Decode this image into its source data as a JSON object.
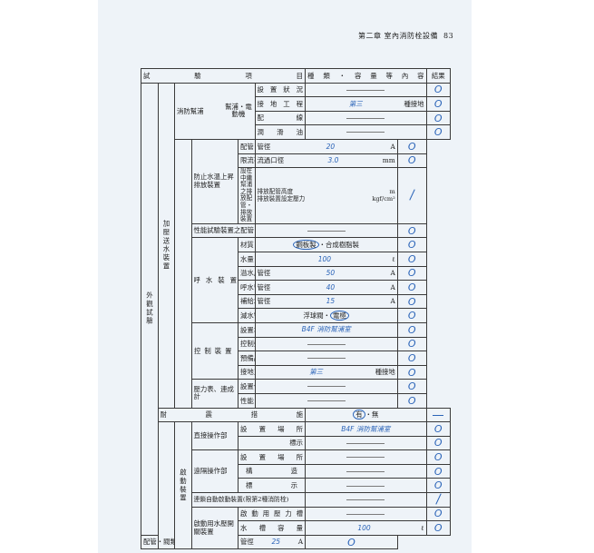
{
  "header": {
    "chapter": "第二章 室內消防栓設備",
    "page": "83"
  },
  "col_headers": {
    "item": "試驗項目",
    "kind": "種類・容量等內容",
    "result": "結果"
  },
  "sections": {
    "outer": "外觀試驗",
    "pump_device": "加壓送水裝置",
    "pump": "消防幫浦",
    "start_device": "啟動裝置"
  },
  "groups": {
    "motor": "幫浦・電動機",
    "relief": "防止水溫上昇排放裝置",
    "priming": "呼水裝置",
    "control": "控制裝置",
    "gauge": "壓力表、連成計",
    "direct": "直接操作部",
    "remote": "遠隔操作部",
    "pressure": "啟動用水壓開關裝置"
  },
  "rows": [
    {
      "item": "設置狀況",
      "val": "",
      "result": "ok"
    },
    {
      "item": "接地工程",
      "hand": "第三",
      "suffix": "種接地",
      "result": "ok"
    },
    {
      "item": "配線",
      "result": "ok"
    },
    {
      "item": "潤滑油",
      "result": "ok"
    },
    {
      "item": "配管・閥類",
      "pre": "管徑",
      "hand": "20",
      "unit": "A",
      "result": "ok"
    },
    {
      "item": "限流孔",
      "pre": "流過口徑",
      "hand": "3.0",
      "unit": "mm",
      "result": "ok"
    },
    {
      "item": "設在中繼幫浦之排放配管・排放裝置",
      "pre": "排放配管高度",
      "unit": "m",
      "pre2": "排放裝置設定壓力",
      "unit2": "kgf/cm²",
      "result": "slash"
    },
    {
      "item": "性能試驗裝置之配管・閥類",
      "result": "ok"
    },
    {
      "item": "材質",
      "opt1": "鋼板製",
      "opt2": "・合成樹脂製",
      "result": "ok"
    },
    {
      "item": "水量",
      "hand": "100",
      "unit": "ℓ",
      "result": "ok"
    },
    {
      "item": "溢水用排水管",
      "pre": "管徑",
      "hand": "50",
      "unit": "A",
      "result": "ok"
    },
    {
      "item": "呼水管",
      "pre": "管徑",
      "hand": "40",
      "unit": "A",
      "result": "ok"
    },
    {
      "item": "補給水管",
      "pre": "管徑",
      "hand": "15",
      "unit": "A",
      "result": "ok"
    },
    {
      "item": "減水警報裝置",
      "opt1": "浮球閥・",
      "opt2": "電極",
      "result": "ok"
    },
    {
      "item": "設置場所",
      "hand": "B4F 消防幫浦室",
      "result": "ok"
    },
    {
      "item": "控制盤",
      "result": "ok"
    },
    {
      "item": "預備品",
      "result": "ok"
    },
    {
      "item": "接地工程",
      "hand": "第三",
      "suffix": "種接地",
      "result": "ok"
    },
    {
      "item": "設置位置",
      "result": "ok"
    },
    {
      "item": "性能",
      "result": "ok"
    },
    {
      "item": "耐震措施",
      "opt1": "有",
      "opt2": "・無",
      "result": "dash"
    },
    {
      "item": "設置場所",
      "hand": "B4F 消防幫浦室",
      "result": "ok"
    },
    {
      "item": "標示",
      "result": "ok"
    },
    {
      "item": "設置場所",
      "result": "ok"
    },
    {
      "item": "構造",
      "result": "ok"
    },
    {
      "item": "標示",
      "result": "ok"
    },
    {
      "item": "連鎖自動啟動裝置(限第2種消防栓)",
      "result": "slash"
    },
    {
      "item": "啟動用壓力槽",
      "result": "ok"
    },
    {
      "item": "水槽容量",
      "hand": "100",
      "unit": "ℓ",
      "result": "ok"
    },
    {
      "item": "配管・閥類",
      "pre": "管徑",
      "hand": "25",
      "unit": "A",
      "result": "ok"
    }
  ],
  "marks": {
    "ok": "O"
  }
}
